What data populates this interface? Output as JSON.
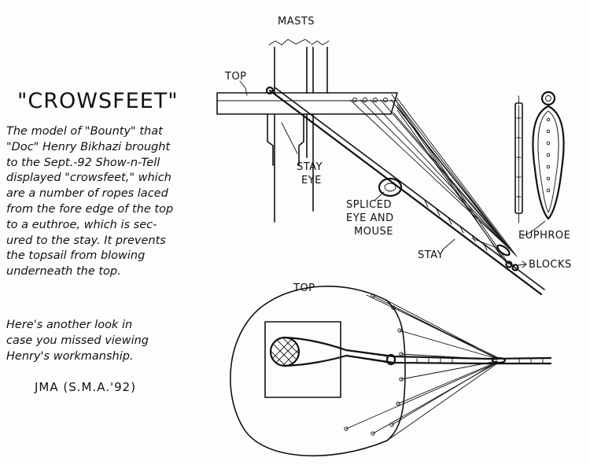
{
  "title": "\"CROWSFEET\"",
  "description": "The model of \"Bounty\" that\n\"Doc\" Henry Bikhazi brought\nto the Sept.-92 Show-n-Tell\ndisplayed \"crowsfeet,\" which\nare a number of ropes laced\nfrom the fore edge of the top\nto a euthroe, which is sec-\nured to the stay. It prevents\nthe topsail from blowing\nunderneath the top.",
  "note": "Here's another look in\ncase you missed viewing\nHenry's workmanship.",
  "credit": "JMA (S.M.A.'92)",
  "labels": {
    "masts": "MASTS",
    "top_side": "TOP",
    "stay_eye_line1": "STAY",
    "stay_eye_line2": "EYE",
    "spliced_line1": "SPLICED",
    "spliced_line2": "EYE AND",
    "spliced_line3": "MOUSE",
    "stay": "STAY",
    "euphroe": "EUPHROE",
    "blocks": "BLOCKS",
    "top_plan": "TOP"
  }
}
